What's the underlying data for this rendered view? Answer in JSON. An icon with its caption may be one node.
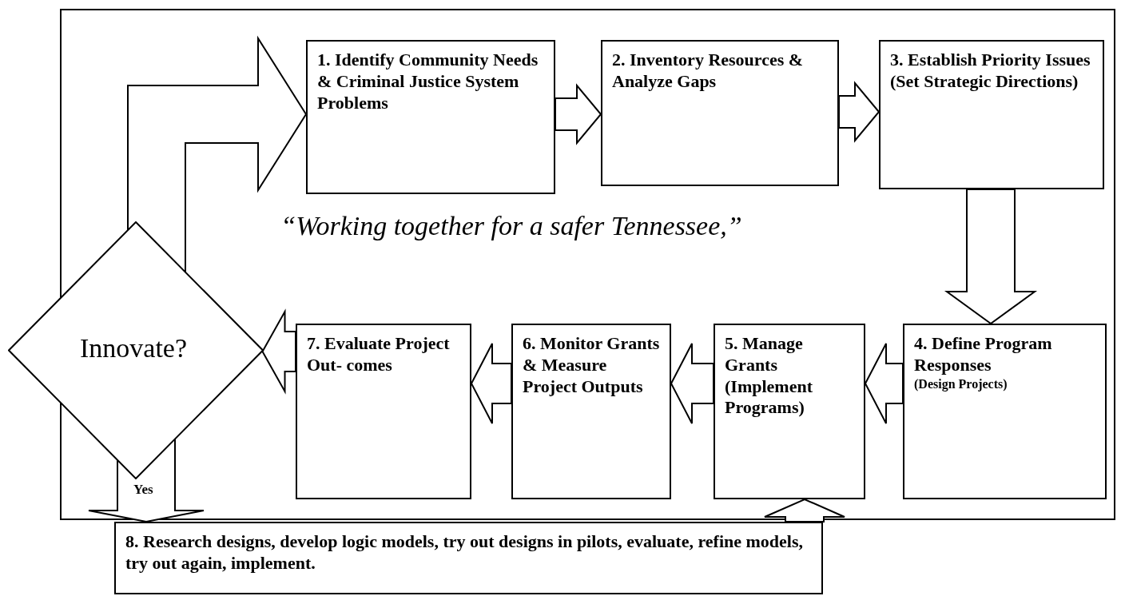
{
  "diagram": {
    "nodes": [
      {
        "text": [
          "1. Identify Community Needs & Criminal Justice System Problems"
        ]
      },
      {
        "text": [
          "2. Inventory Resources & Analyze Gaps"
        ]
      },
      {
        "text": [
          "3. Establish Priority Issues (Set Strategic Directions)"
        ]
      },
      {
        "text": [
          "4. Define Program Responses",
          "(Design Projects)"
        ]
      },
      {
        "text": [
          "5. Manage Grants (Implement Programs)"
        ]
      },
      {
        "text": [
          "6. Monitor Grants & Measure Project Outputs"
        ]
      },
      {
        "text": [
          "7. Evaluate Project Out- comes"
        ]
      },
      {
        "text": [
          "Innovate?"
        ]
      },
      {
        "text": [
          "8. Research designs, develop logic models, try out designs in pilots, evaluate, refine models, try out again, implement."
        ]
      }
    ],
    "edges": [
      {
        "from": 7,
        "to": 0,
        "arrow": "to"
      },
      {
        "from": 0,
        "to": 1,
        "arrow": "to"
      },
      {
        "from": 1,
        "to": 2,
        "arrow": "to"
      },
      {
        "from": 2,
        "to": 3,
        "arrow": "to"
      },
      {
        "from": 3,
        "to": 4,
        "arrow": "to"
      },
      {
        "from": 4,
        "to": 5,
        "arrow": "to"
      },
      {
        "from": 5,
        "to": 6,
        "arrow": "to"
      },
      {
        "from": 6,
        "to": 7,
        "arrow": "to"
      },
      {
        "from": 7,
        "to": 8,
        "arrow": "to",
        "label": "Yes"
      },
      {
        "from": 8,
        "to": 4,
        "arrow": "to"
      }
    ],
    "labels": [
      "“Working together for a safer Tennessee,”"
    ]
  }
}
